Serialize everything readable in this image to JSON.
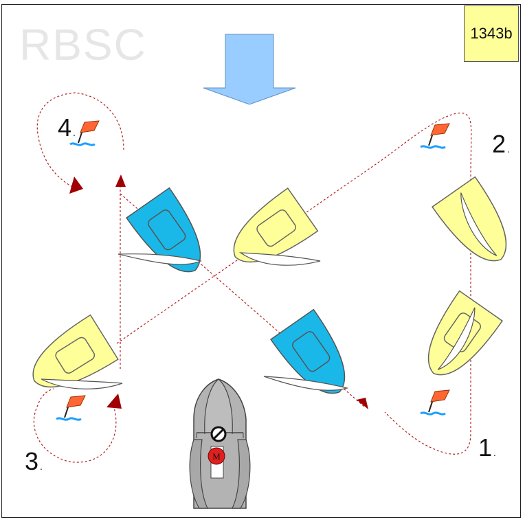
{
  "watermark": "RBSC",
  "case_id": "1343b",
  "marks": [
    {
      "number": "1",
      "suffix": "."
    },
    {
      "number": "2",
      "suffix": "."
    },
    {
      "number": "3",
      "suffix": "."
    },
    {
      "number": "4",
      "suffix": "."
    }
  ],
  "colors": {
    "yellow_boat": "#ffff99",
    "blue_boat": "#1ab8e8",
    "wind_arrow": "#99ccff",
    "flag": "#ff6633",
    "water": "#1a9fff",
    "track": "#b22222",
    "committee_boat": "#b3b3b3"
  },
  "icons": [
    "wind-arrow-icon",
    "mark-flag-icon",
    "motor-flag-icon",
    "no-entry-icon"
  ],
  "committee_boat": {
    "motor_label": "M"
  }
}
